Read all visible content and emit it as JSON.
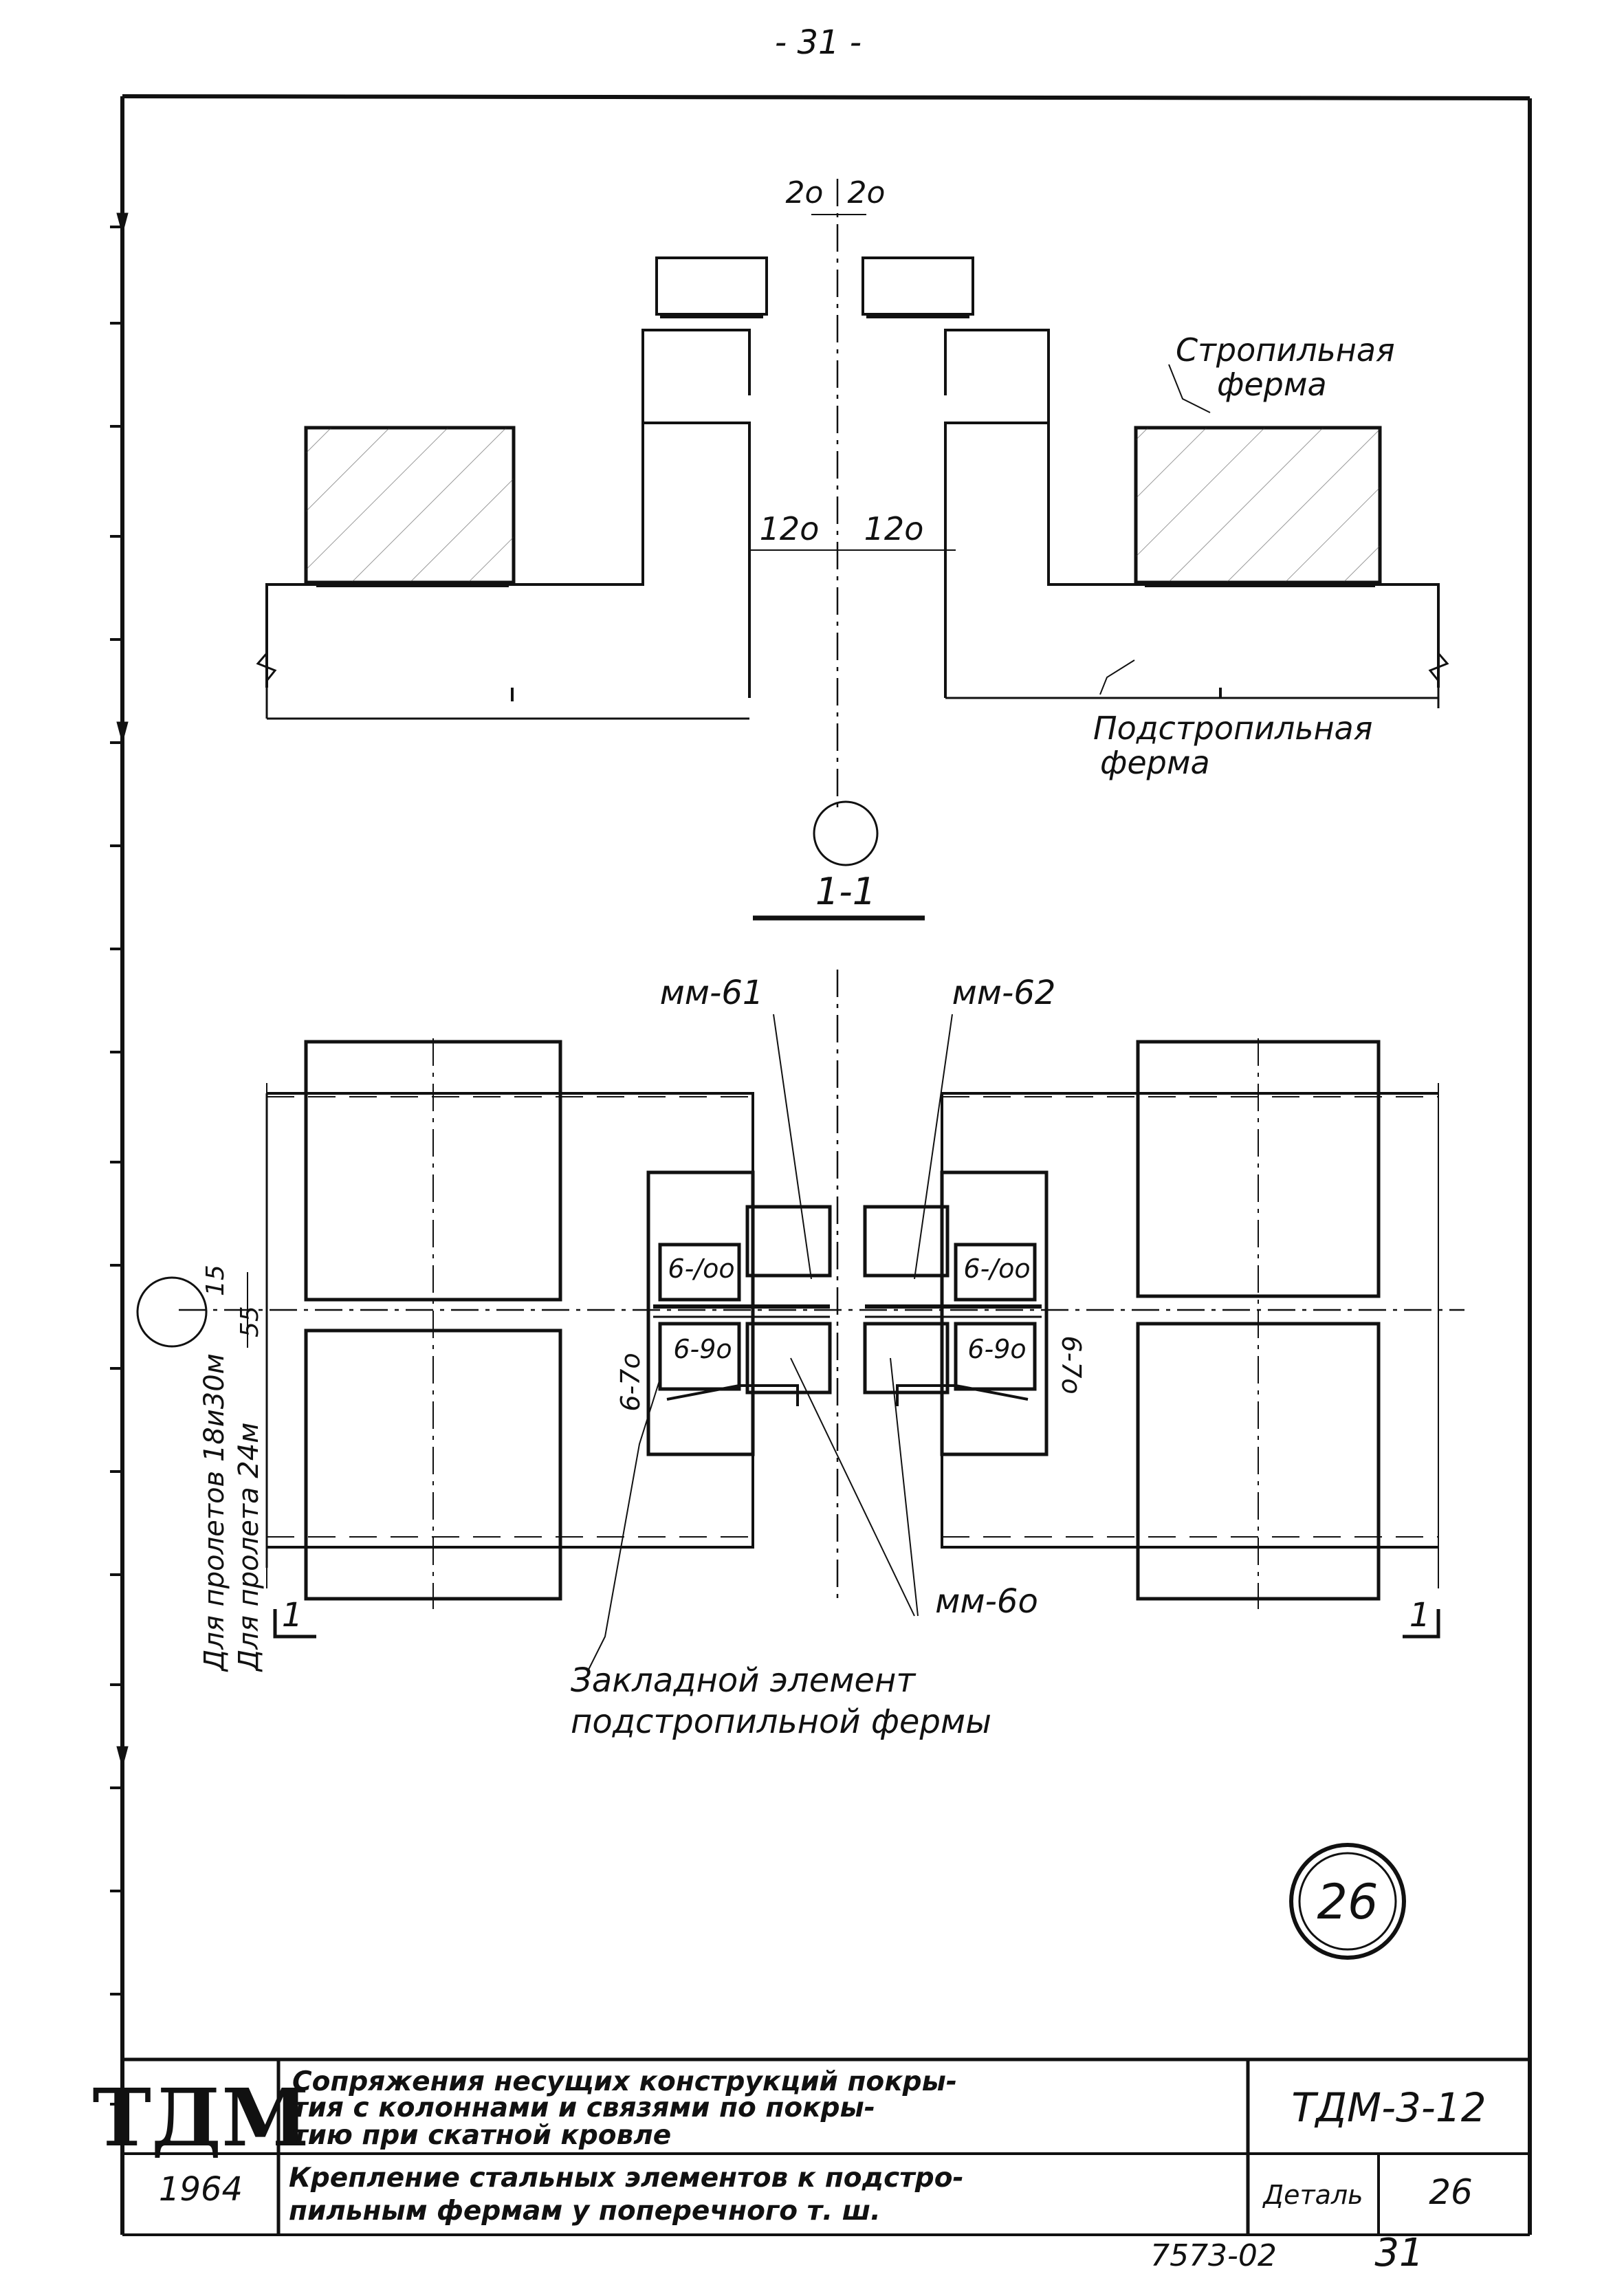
{
  "page_number": "- 31 -",
  "section_1": {
    "dim_top_left": "2o",
    "dim_top_right": "2o",
    "dim_mid_left": "12o",
    "dim_mid_right": "12o",
    "label_rafter_truss": "Стропильная\nферма",
    "label_subrafter_truss": "Подстропильная\nферма",
    "section_mark": "1-1"
  },
  "plan": {
    "label_mm61": "мм-61",
    "label_mm62": "мм-62",
    "label_mm60": "мм-6о",
    "plate_left_top": "6-/oo",
    "plate_left_bot": "6-9o",
    "plate_right_top": "6-/oo",
    "plate_right_bot": "6-9o",
    "weld_left": "6-7o",
    "weld_right": "6-7o",
    "note_spans_18_30": "Для пролетов 18и30м",
    "note_span_24": "Для пролета 24м",
    "dim_15": "15",
    "dim_55": "55",
    "cut_left": "1",
    "cut_right": "1",
    "embedded_label": "Закладной элемент\nподстропильной фермы"
  },
  "detail_number": "26",
  "title_block": {
    "logo": "ТДМ",
    "year": "1964",
    "title_line1": "Сопряжения несущих конструкций покры-",
    "title_line2": "тия с колоннами и связями по покры-",
    "title_line3": "тию при скатной кровле",
    "subtitle_line1": "Крепление стальных элементов к подстро-",
    "subtitle_line2": "пильным фермам у поперечного т. ш.",
    "series_code": "ТДМ-3-12",
    "detail_label": "Деталь",
    "detail_value": "26",
    "sheet_code": "7573-02",
    "sheet_number": "31"
  }
}
